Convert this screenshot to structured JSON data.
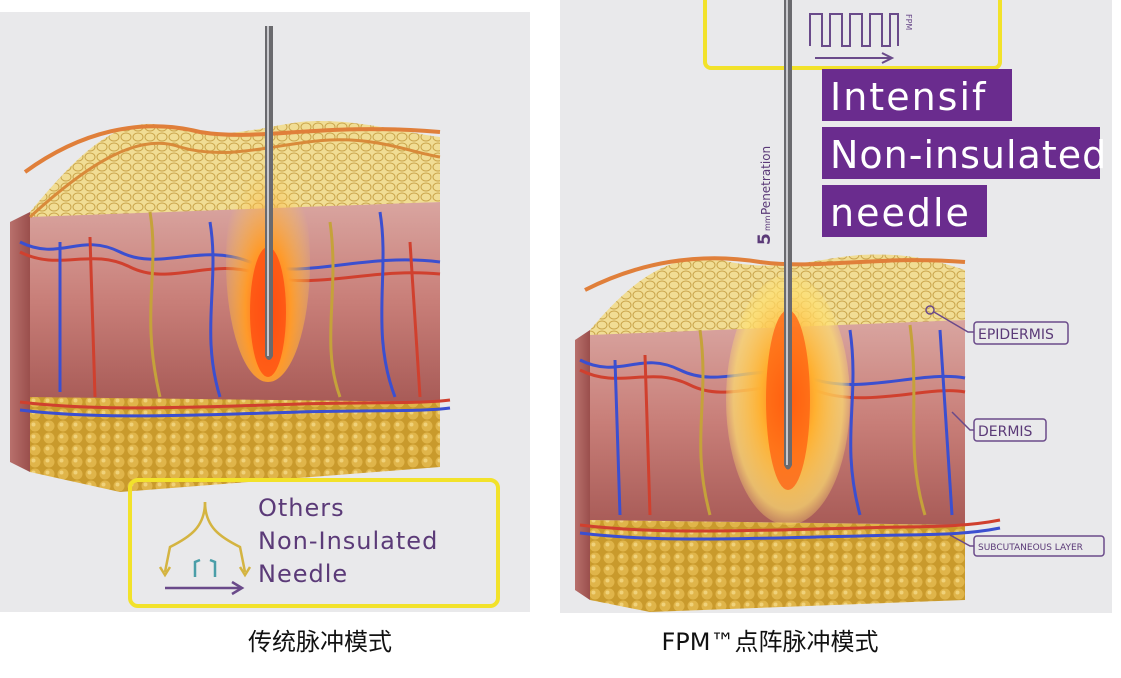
{
  "left_panel": {
    "box_line1": "Others",
    "box_line2": "Non-Insulated",
    "box_line3": "Needle"
  },
  "right_panel": {
    "badge_line1": "Intensif",
    "badge_line2": "Non-insulated",
    "badge_line3": "needle",
    "penetration_value": "5",
    "penetration_unit": "mm",
    "penetration_text": "Penetration",
    "fpm_mark": "FPM",
    "label_epidermis": "EPIDERMIS",
    "label_dermis": "DERMIS",
    "label_subcutaneous": "SUBCUTANEOUS LAYER"
  },
  "captions": {
    "left": "传统脉冲模式",
    "right": "FPM™点阵脉冲模式"
  },
  "colors": {
    "highlight_yellow": "#f2e22a",
    "badge_purple": "#6a2c8e",
    "label_purple": "#5b3a78",
    "panel_bg": "#e9e9eb"
  }
}
